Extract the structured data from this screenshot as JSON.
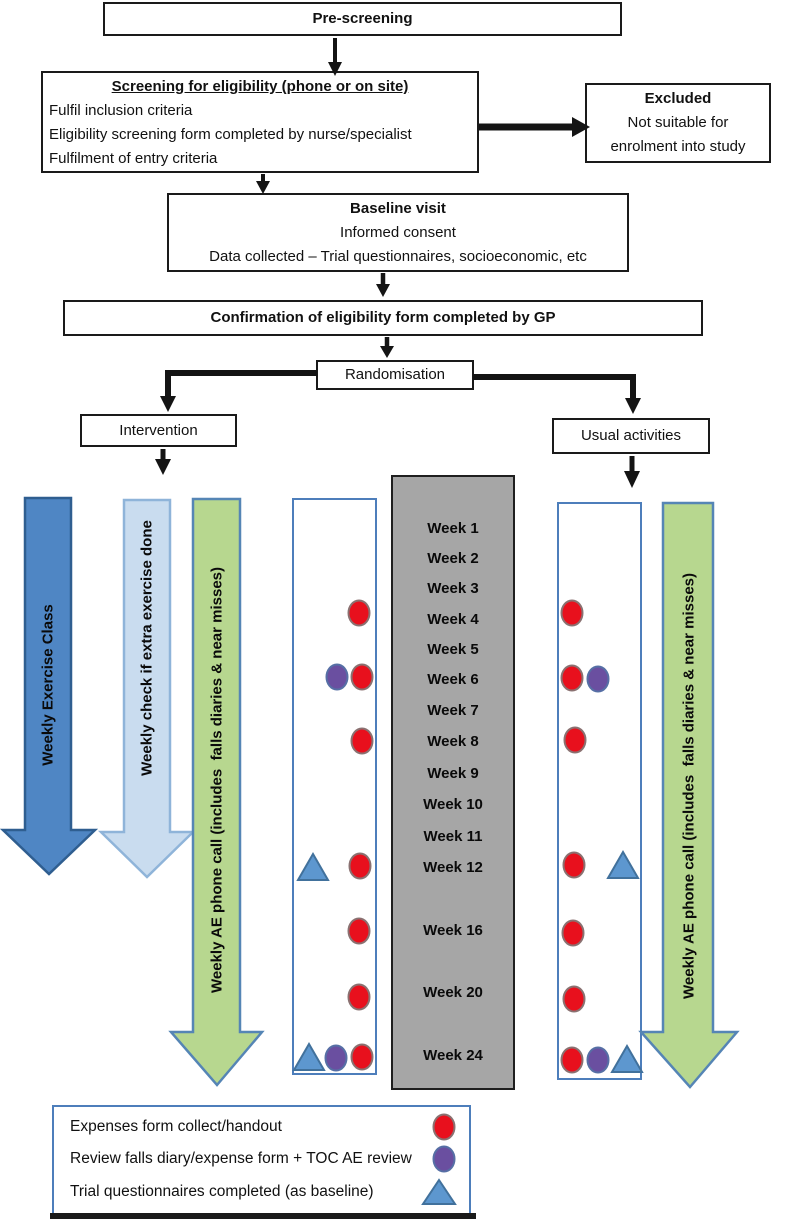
{
  "flow": {
    "prescreening": "Pre-screening",
    "screening": {
      "title": "Screening for eligibility (phone or on site)",
      "lines": [
        "Fulfil inclusion criteria",
        "Eligibility screening form completed by nurse/specialist",
        "Fulfilment of entry criteria"
      ]
    },
    "excluded": {
      "title": "Excluded",
      "lines": [
        "Not suitable for",
        "enrolment into study"
      ]
    },
    "baseline": {
      "title": "Baseline visit",
      "lines": [
        "Informed consent",
        "Data collected – Trial questionnaires, socioeconomic, etc"
      ]
    },
    "confirmation": "Confirmation of eligibility form completed by GP",
    "randomisation": "Randomisation",
    "intervention": "Intervention",
    "usual_activities": "Usual activities"
  },
  "arrows": {
    "exercise_class": "Weekly Exercise Class",
    "extra_exercise_check": "Weekly check if extra exercise done",
    "ae_phone_call": "Weekly AE phone call (includes  falls diaries & near misses)"
  },
  "weeks": [
    "Week 1",
    "Week 2",
    "Week 3",
    "Week 4",
    "Week 5",
    "Week 6",
    "Week 7",
    "Week 8",
    "Week 9",
    "Week 10",
    "Week 11",
    "Week 12",
    "Week 16",
    "Week 20",
    "Week 24"
  ],
  "schedule": {
    "intervention": [
      {
        "week": "Week 4",
        "markers": [
          "expenses"
        ]
      },
      {
        "week": "Week 6",
        "markers": [
          "toc-review",
          "expenses"
        ]
      },
      {
        "week": "Week 8",
        "markers": [
          "expenses"
        ]
      },
      {
        "week": "Week 12",
        "markers": [
          "questionnaires",
          "expenses"
        ]
      },
      {
        "week": "Week 16",
        "markers": [
          "expenses"
        ]
      },
      {
        "week": "Week 20",
        "markers": [
          "expenses"
        ]
      },
      {
        "week": "Week 24",
        "markers": [
          "questionnaires",
          "toc-review",
          "expenses"
        ]
      }
    ],
    "usual_activities": [
      {
        "week": "Week 4",
        "markers": [
          "expenses"
        ]
      },
      {
        "week": "Week 6",
        "markers": [
          "expenses",
          "toc-review"
        ]
      },
      {
        "week": "Week 8",
        "markers": [
          "expenses"
        ]
      },
      {
        "week": "Week 12",
        "markers": [
          "expenses",
          "questionnaires"
        ]
      },
      {
        "week": "Week 16",
        "markers": [
          "expenses"
        ]
      },
      {
        "week": "Week 20",
        "markers": [
          "expenses"
        ]
      },
      {
        "week": "Week 24",
        "markers": [
          "expenses",
          "toc-review",
          "questionnaires"
        ]
      }
    ]
  },
  "legend": {
    "items": [
      {
        "label": "Expenses form collect/handout",
        "marker": "red-circle"
      },
      {
        "label": "Review falls diary/expense form + TOC AE review",
        "marker": "purple-circle"
      },
      {
        "label": "Trial questionnaires completed (as baseline)",
        "marker": "blue-triangle"
      }
    ]
  },
  "colors": {
    "exercise_fill": "#4f86c4",
    "exercise_stroke": "#2f5e90",
    "check_fill": "#c9dcef",
    "check_stroke": "#8fb4d9",
    "ae_fill": "#b7d78f",
    "ae_stroke": "#5585b5",
    "weeks_fill": "#a6a6a6",
    "panel_stroke": "#4d7ebb",
    "red_fill": "#e8101d",
    "red_stroke": "#8a7171",
    "purple_fill": "#6a4fa0",
    "purple_stroke": "#566fa5",
    "tri_fill": "#5d97cf",
    "tri_stroke": "#41719c",
    "line": "#141414"
  }
}
